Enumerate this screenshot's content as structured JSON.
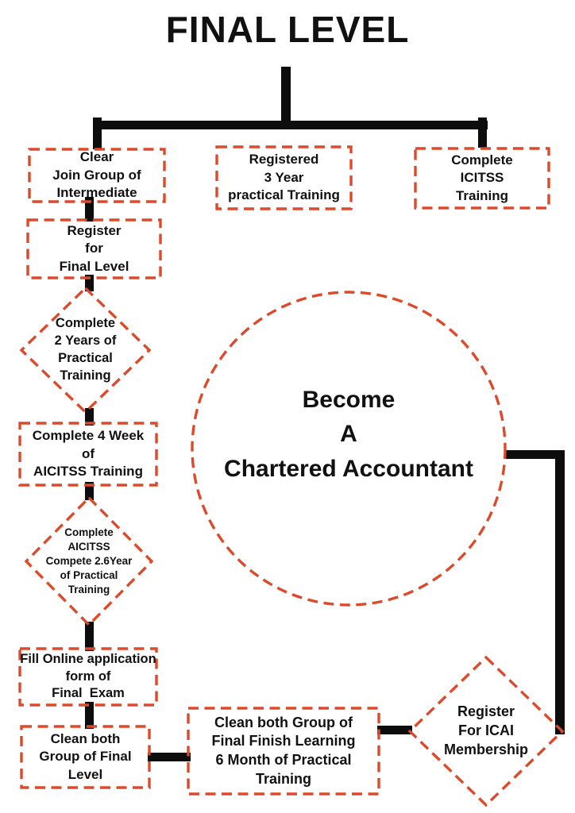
{
  "title": "FINAL LEVEL",
  "colors": {
    "accent": "#DC4A2B",
    "line": "#0D0D0D",
    "background": "#FFFFFF",
    "text": "#111111"
  },
  "nodes": {
    "clear_intermediate": {
      "type": "box",
      "lines": [
        "Clear",
        "Join Group of",
        "Intermediate"
      ]
    },
    "registered_training": {
      "type": "box",
      "lines": [
        "Registered",
        "3 Year",
        "practical Training"
      ]
    },
    "complete_icitss": {
      "type": "box",
      "lines": [
        "Complete",
        "ICITSS",
        "Training"
      ]
    },
    "register_final": {
      "type": "box",
      "lines": [
        "Register",
        "for",
        "Final Level"
      ]
    },
    "complete_2years": {
      "type": "diamond",
      "lines": [
        "Complete",
        "2 Years of",
        "Practical",
        "Training"
      ]
    },
    "complete_4week": {
      "type": "box",
      "lines": [
        "Complete 4 Week",
        "of",
        "AICITSS Training"
      ]
    },
    "complete_aicitss": {
      "type": "diamond",
      "lines": [
        "Complete",
        "AICITSS",
        "Compete 2.6Year",
        "of Practical",
        "Training"
      ]
    },
    "fill_online": {
      "type": "box",
      "lines": [
        "Fill Online application",
        "form of",
        "Final  Exam"
      ]
    },
    "clean_final_level": {
      "type": "box",
      "lines": [
        "Clean both",
        "Group of Final",
        "Level"
      ]
    },
    "clean_final_training": {
      "type": "box",
      "lines": [
        "Clean both Group of",
        "Final Finish Learning",
        "6 Month of Practical",
        "Training"
      ]
    },
    "register_icai": {
      "type": "diamond",
      "lines": [
        "Register",
        "For ICAI",
        "Membership"
      ]
    },
    "become_ca": {
      "type": "circle",
      "lines": [
        "Become",
        "A",
        "Chartered Accountant"
      ]
    }
  }
}
